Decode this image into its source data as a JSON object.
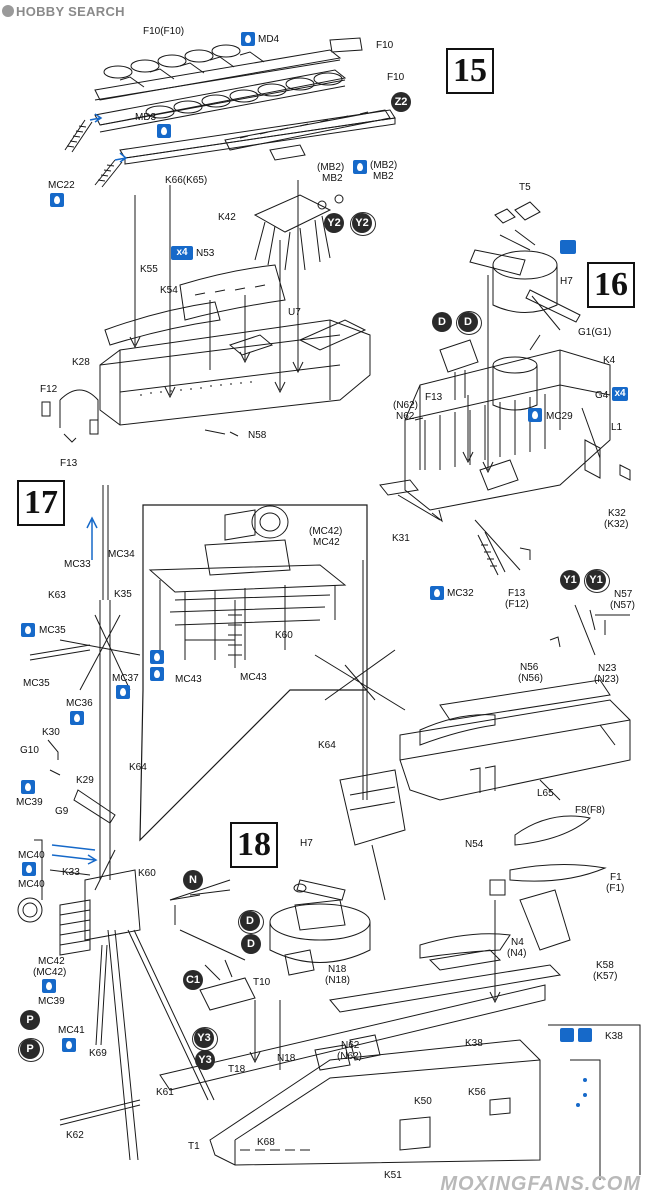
{
  "brand": {
    "logo_text": "HOBBY SEARCH"
  },
  "watermark": {
    "text": "MOXINGFANS.COM"
  },
  "steps": {
    "s15": "15",
    "s16": "16",
    "s17": "17",
    "s18": "18"
  },
  "markers": {
    "z2": "Z2",
    "y2": "Y2",
    "y1": "Y1",
    "d": "D",
    "n": "N",
    "c1": "C1",
    "y3": "Y3",
    "p": "P",
    "x4": "x4"
  },
  "labels": {
    "s15": {
      "F10_F10": "F10(F10)",
      "MD4": "MD4",
      "F10_a": "F10",
      "F10_b": "F10",
      "MD3": "MD3",
      "K66": "K66(K65)",
      "MC22": "MC22",
      "MB2_p": "(MB2)",
      "MB2": "MB2",
      "MB2_p2": "(MB2)",
      "MB2_2": "MB2",
      "K42": "K42",
      "N53": "N53",
      "K55": "K55",
      "K54": "K54",
      "U7": "U7",
      "K28": "K28",
      "F12": "F12",
      "F13": "F13",
      "N58": "N58"
    },
    "s16": {
      "T5": "T5",
      "H7": "H7",
      "G1": "G1(G1)",
      "K4": "K4",
      "F13": "F13",
      "N62_p": "(N62)",
      "N62": "N62",
      "G4": "G4",
      "MC29": "MC29",
      "L1": "L1",
      "K32": "K32",
      "K32_p": "(K32)",
      "K31": "K31",
      "MC32": "MC32",
      "F13b": "F13",
      "F12b": "(F12)"
    },
    "s17": {
      "MC34": "MC34",
      "MC33": "MC33",
      "K63": "K63",
      "K35": "K35",
      "MC35": "MC35",
      "MC35b": "MC35",
      "MC37": "MC37",
      "MC36": "MC36",
      "K30": "K30",
      "G10": "G10",
      "K29": "K29",
      "MC39": "MC39",
      "G9": "G9",
      "K64": "K64",
      "MC40": "MC40",
      "MC40b": "MC40",
      "K33": "K33",
      "K60": "K60",
      "MC42": "MC42",
      "MC42p": "(MC42)",
      "MC39b": "MC39",
      "MC41": "MC41",
      "K69": "K69",
      "K61": "K61",
      "K62": "K62"
    },
    "inset": {
      "MC42p": "(MC42)",
      "MC42": "MC42",
      "K60": "K60",
      "MC43a": "MC43",
      "MC43b": "MC43"
    },
    "s18": {
      "Y1_p": "(Y1)",
      "N57": "N57",
      "N57p": "(N57)",
      "N56": "N56",
      "N56p": "(N56)",
      "N23": "N23",
      "N23p": "(N23)",
      "K64": "K64",
      "L65": "L65",
      "F8": "F8(F8)",
      "N54": "N54",
      "F1": "F1",
      "F1p": "(F1)",
      "N4": "N4",
      "N4p": "(N4)",
      "K58": "K58",
      "K58p": "(K57)",
      "H7": "H7",
      "N18": "N18",
      "N18p": "(N18)",
      "T10": "T10",
      "N18b": "N18",
      "N62": "N62",
      "N62p": "(N62)",
      "T18": "T18",
      "K38": "K38",
      "K50": "K50",
      "K56": "K56",
      "T1": "T1",
      "K68": "K68",
      "K51": "K51",
      "K38b": "K38"
    }
  },
  "colors": {
    "accent": "#1669c9",
    "ink": "#111111",
    "marker": "#2a2a2a"
  }
}
